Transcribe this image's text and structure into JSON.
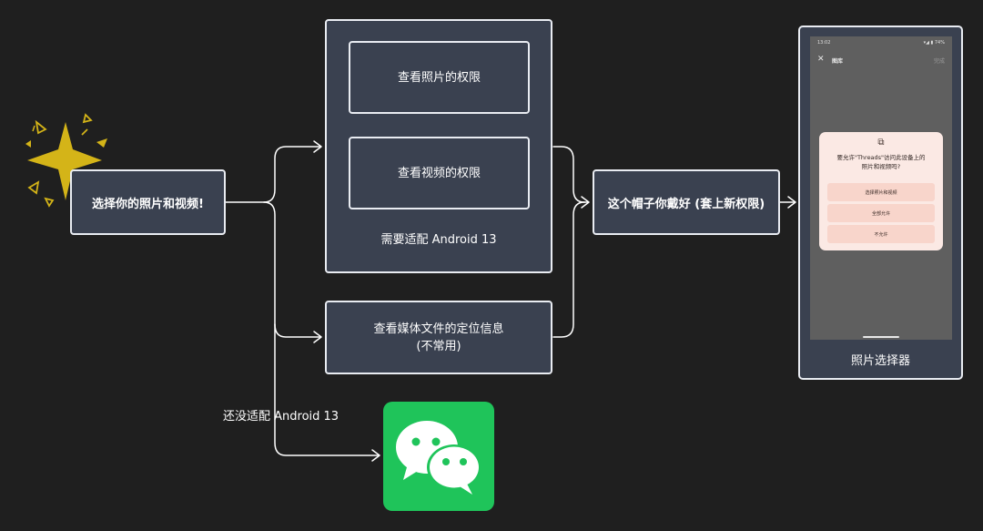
{
  "nodes": {
    "start": "选择你的照片和视频!",
    "photo_permission": "查看照片的权限",
    "video_permission": "查看视频的权限",
    "group_caption": "需要适配 Android 13",
    "media_location_line1": "查看媒体文件的定位信息",
    "media_location_line2": "(不常用)",
    "new_permission": "这个帽子你戴好 (套上新权限)"
  },
  "edge_labels": {
    "not_adapted": "还没适配 Android 13"
  },
  "phone": {
    "status_time": "13:02",
    "status_battery": "▾◢ ▮ 74%",
    "close_glyph": "✕",
    "app_title": "图库",
    "app_done": "完成",
    "dialog_icon": "⧉",
    "dialog_line1": "要允许\"Threads\"访问此设备上的",
    "dialog_line2": "照片和视频吗?",
    "btn_select": "选择照片和视频",
    "btn_allow_all": "全部允许",
    "btn_deny": "不允许",
    "caption": "照片选择器"
  },
  "icons": {
    "sparkle": "sparkle-icon",
    "wechat": "wechat-icon",
    "arrow": "arrow-right-icon"
  },
  "colors": {
    "background": "#1f1f1f",
    "node_fill": "#3a4150",
    "node_border": "#e9ecf2",
    "sparkle": "#d4b418",
    "wechat": "#1fc45a",
    "dialog": "#fbe9e4",
    "dialog_button": "#f8d5cb"
  }
}
